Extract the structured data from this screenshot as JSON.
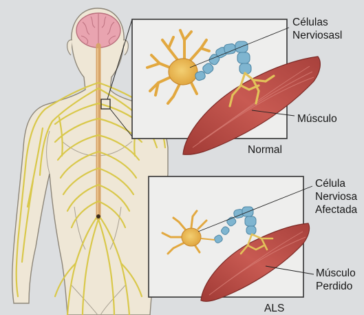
{
  "colors": {
    "background": "#dcdee0",
    "skin": "#efe7d6",
    "outline": "#8c8578",
    "nerve": "#d9c84a",
    "spinal_cord": "#d7a469",
    "brain": "#e9a4b0",
    "neuron_body": "#e9b24c",
    "myelin": "#7fb5d0",
    "muscle": "#b94a45",
    "panel_fill": "#eeeeed",
    "label_text": "#161616"
  },
  "labels": {
    "normal_neuron": [
      "Células",
      "Nerviosasl"
    ],
    "normal_muscle": "Músculo",
    "normal_caption": "Normal",
    "als_neuron": [
      "Célula",
      "Nerviosa",
      "Afectada"
    ],
    "als_muscle": [
      "Músculo",
      "Perdido"
    ],
    "als_caption": "ALS"
  }
}
